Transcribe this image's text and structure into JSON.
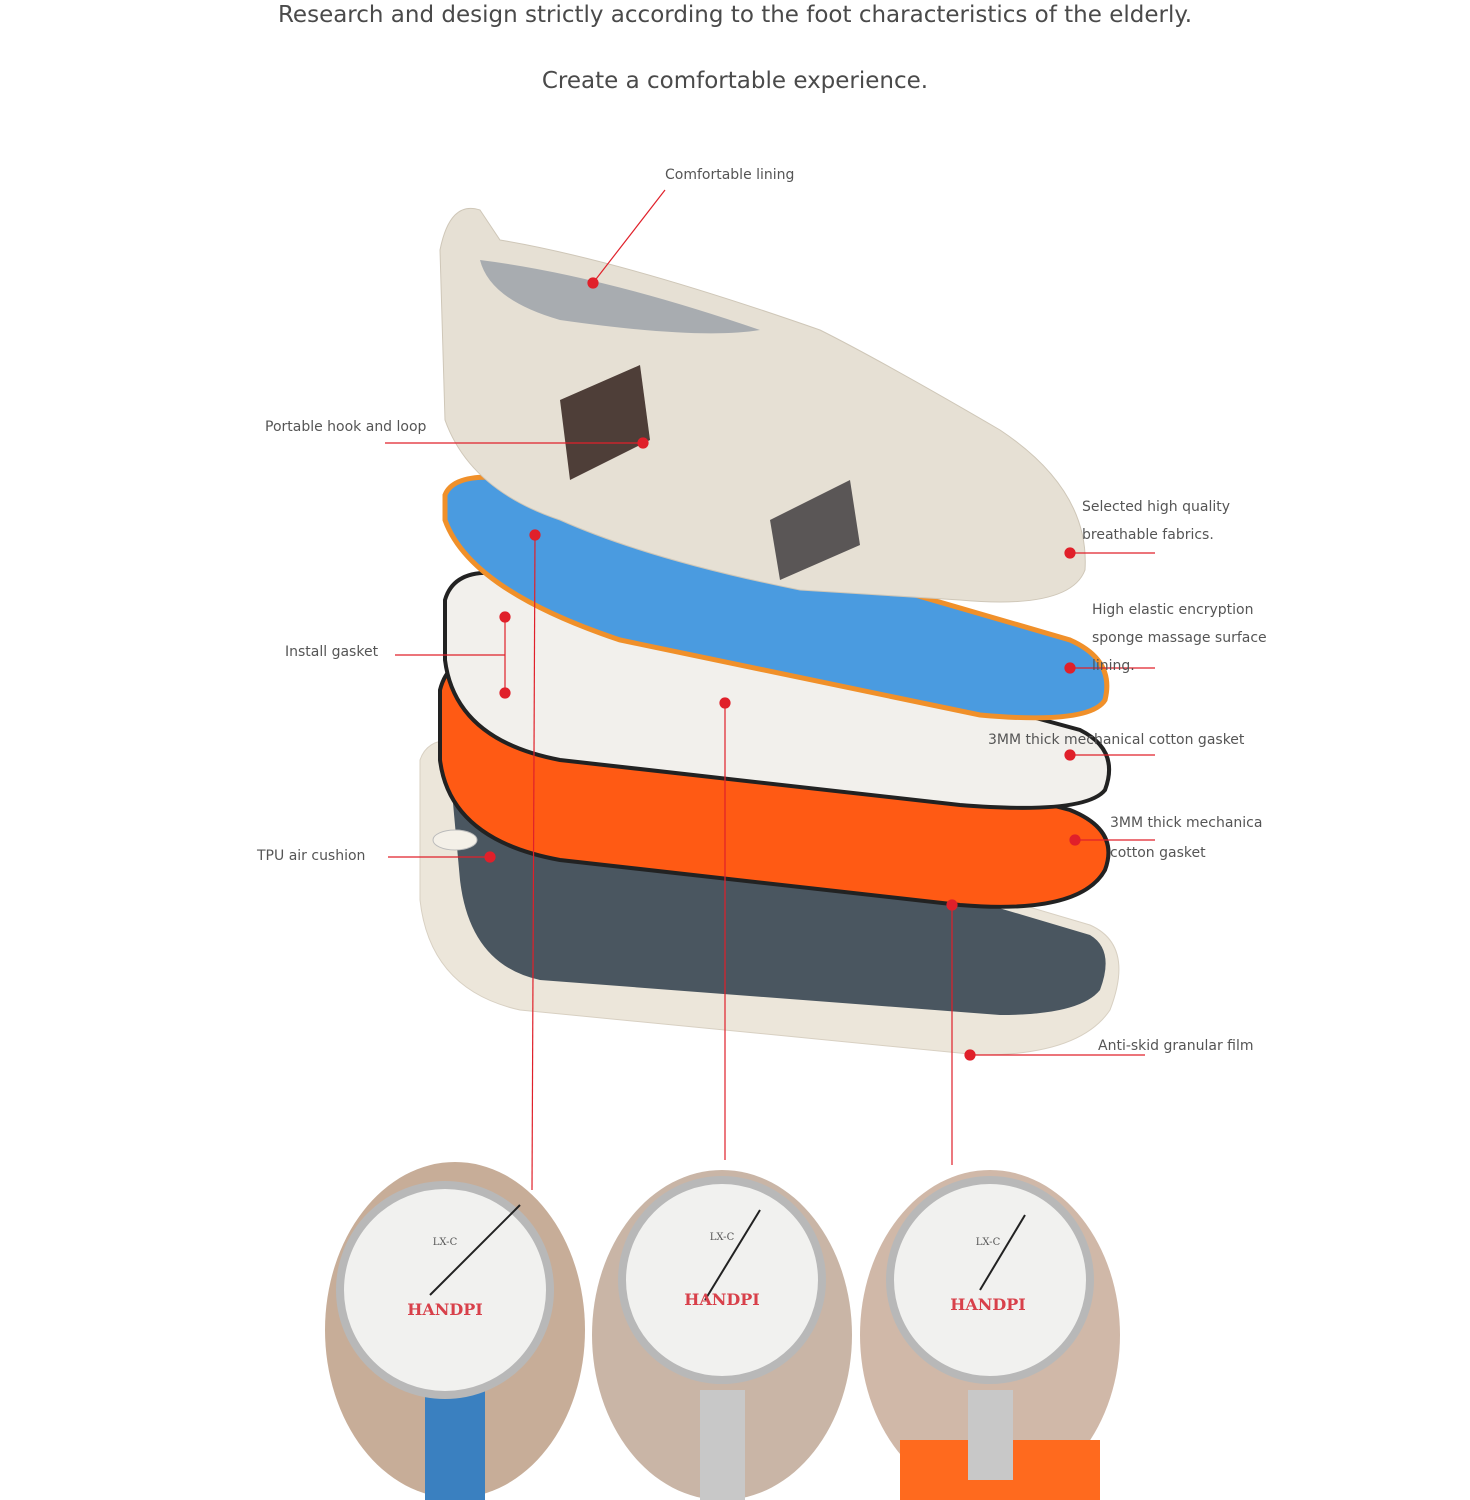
{
  "header": {
    "line1": "Research and design strictly according to the foot characteristics of the elderly.",
    "line2": "Create a comfortable experience."
  },
  "labels": {
    "lining": "Comfortable lining",
    "hook": "Portable hook and loop",
    "fabric1": "Selected high quality",
    "fabric2": "breathable fabrics.",
    "sponge1": "High elastic encryption",
    "sponge2": "sponge massage surface",
    "sponge3": "lining.",
    "gasket_a": "3MM thick mechanical cotton gasket",
    "gasket_b1": "3MM thick mechanica",
    "gasket_b2": "cotton gasket",
    "install": "Install gasket",
    "tpu": "TPU air cushion",
    "antiskid": "Anti-skid granular film"
  },
  "gauges": [
    {
      "brand": "HANDPI",
      "model": "LX-C"
    },
    {
      "brand": "HANDPI",
      "model": "LX-C"
    },
    {
      "brand": "HANDPI",
      "model": "LX-C"
    }
  ],
  "colors": {
    "leader": "#e0202a",
    "insole_blue": "#4a9be0",
    "gasket_orange": "#ff5a14",
    "sole_gray": "#4a5660",
    "upper_beige": "#e6e0d4"
  }
}
